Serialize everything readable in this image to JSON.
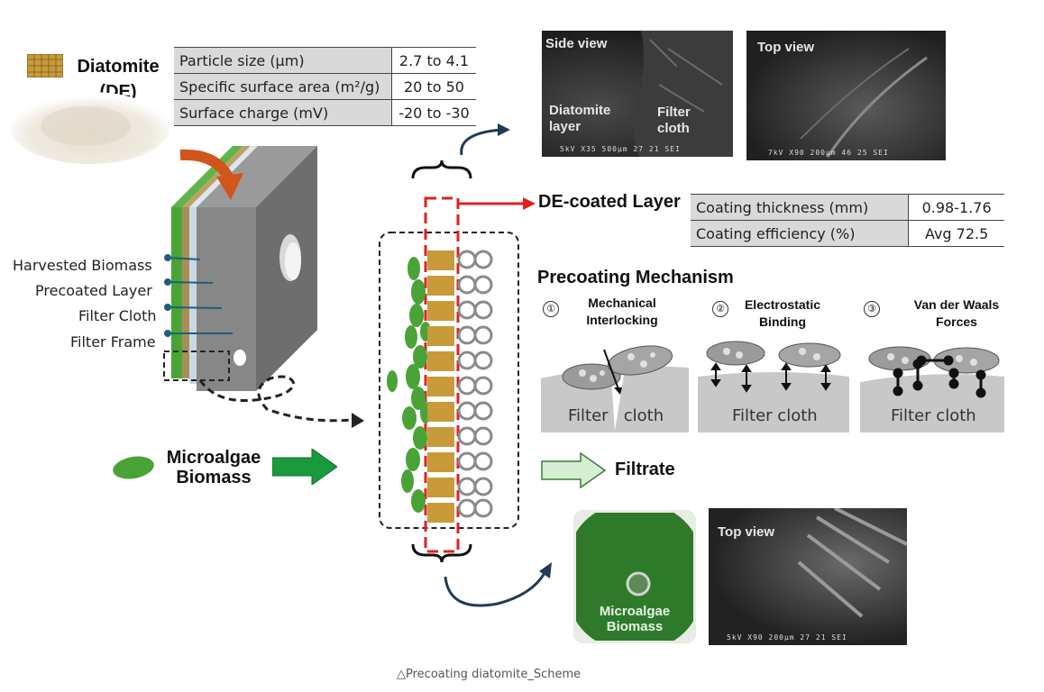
{
  "diatomite": {
    "label_line1": "Diatomite",
    "label_line2": "(DE)"
  },
  "properties_table": [
    {
      "key": "Particle size (μm)",
      "value": "2.7 to 4.1"
    },
    {
      "key": "Specific surface area (m²/g)",
      "value": "20 to 50"
    },
    {
      "key": "Surface charge (mV)",
      "value": "-20 to -30"
    }
  ],
  "filter_layers": {
    "harvested": "Harvested Biomass",
    "precoated": "Precoated Layer",
    "cloth": "Filter Cloth",
    "frame": "Filter Frame"
  },
  "microalgae": {
    "line1": "Microalgae",
    "line2": "Biomass"
  },
  "filtrate": "Filtrate",
  "sem_side": {
    "title": "Side view",
    "layer1": "Diatomite\nlayer",
    "layer2": "Filter\ncloth",
    "scale": "5kV    X35 500μm    27 21 SEI"
  },
  "sem_top1": {
    "title": "Top view",
    "scale": "7kV   X90 200μm    46 25 SEI"
  },
  "sem_top2": {
    "title": "Top view",
    "scale": "5kV   X90 200μm    27 21 SEI"
  },
  "photo_label": {
    "line1": "Microalgae",
    "line2": "Biomass"
  },
  "de_coated": {
    "title": "DE-coated Layer",
    "rows": [
      {
        "key": "Coating thickness (mm)",
        "value": "0.98-1.76"
      },
      {
        "key": "Coating efficiency (%)",
        "value": "Avg 72.5"
      }
    ]
  },
  "mechanism": {
    "title": "Precoating Mechanism",
    "items": [
      {
        "num": "①",
        "line1": "Mechanical",
        "line2": "Interlocking",
        "base": "Filter   cloth"
      },
      {
        "num": "②",
        "line1": "Electrostatic",
        "line2": "Binding",
        "base": "Filter cloth"
      },
      {
        "num": "③",
        "line1": "Van der Waals",
        "line2": "Forces",
        "base": "Filter cloth"
      }
    ]
  },
  "caption": "△Precoating diatomite_Scheme",
  "colors": {
    "green": "#4aa337",
    "brown": "#c89a3a",
    "arrow_orange": "#d0561c",
    "red_dash": "#e02020",
    "navy": "#1f3b57"
  }
}
